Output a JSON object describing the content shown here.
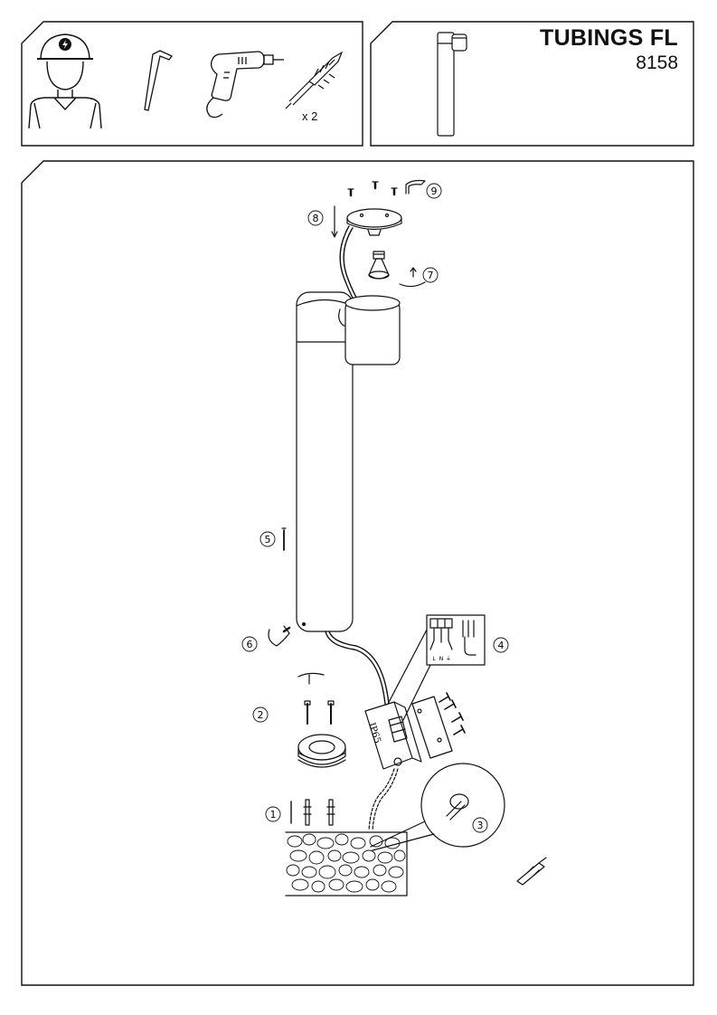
{
  "product": {
    "name": "TUBINGS FL",
    "code": "8158"
  },
  "tools": {
    "items": [
      {
        "icon": "electrician-icon"
      },
      {
        "icon": "hex-key-icon"
      },
      {
        "icon": "drill-icon"
      },
      {
        "icon": "wall-anchor-icon"
      }
    ],
    "anchor_qty": "x 2"
  },
  "assembly": {
    "junction_box_label": "IP65",
    "terminal_labels": [
      "L",
      "N",
      "⏚"
    ],
    "steps": [
      "1",
      "2",
      "3",
      "4",
      "5",
      "6",
      "7",
      "8",
      "9"
    ]
  }
}
